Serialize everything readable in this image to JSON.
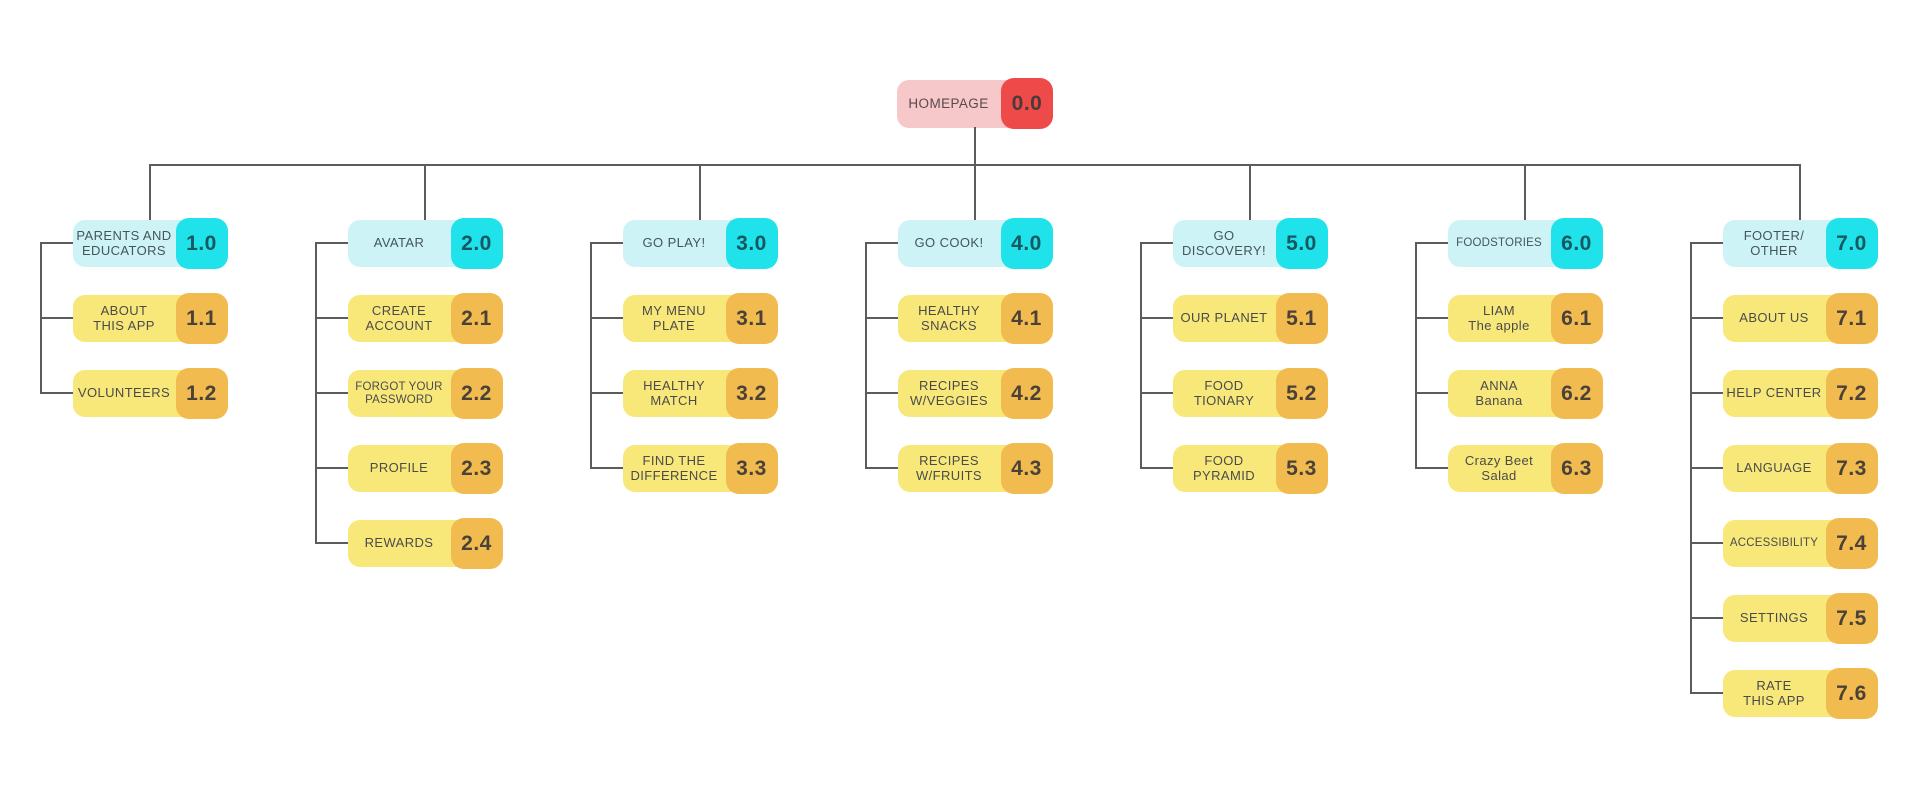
{
  "root": {
    "label": "HOMEPAGE",
    "code": "0.0"
  },
  "columns": [
    {
      "parent": {
        "label": "PARENTS AND\nEDUCATORS",
        "code": "1.0"
      },
      "children": [
        {
          "label": "ABOUT\nTHIS APP",
          "code": "1.1"
        },
        {
          "label": "VOLUNTEERS",
          "code": "1.2"
        }
      ]
    },
    {
      "parent": {
        "label": "AVATAR",
        "code": "2.0"
      },
      "children": [
        {
          "label": "CREATE\nACCOUNT",
          "code": "2.1"
        },
        {
          "label": "FORGOT YOUR\nPASSWORD",
          "code": "2.2",
          "small": true
        },
        {
          "label": "PROFILE",
          "code": "2.3"
        },
        {
          "label": "REWARDS",
          "code": "2.4"
        }
      ]
    },
    {
      "parent": {
        "label": "GO PLAY!",
        "code": "3.0"
      },
      "children": [
        {
          "label": "MY MENU\nPLATE",
          "code": "3.1"
        },
        {
          "label": "HEALTHY\nMATCH",
          "code": "3.2"
        },
        {
          "label": "FIND THE\nDIFFERENCE",
          "code": "3.3"
        }
      ]
    },
    {
      "parent": {
        "label": "GO COOK!",
        "code": "4.0"
      },
      "children": [
        {
          "label": "HEALTHY\nSNACKS",
          "code": "4.1"
        },
        {
          "label": "RECIPES\nW/VEGGIES",
          "code": "4.2"
        },
        {
          "label": "RECIPES\nW/FRUITS",
          "code": "4.3"
        }
      ]
    },
    {
      "parent": {
        "label": "GO\nDISCOVERY!",
        "code": "5.0"
      },
      "children": [
        {
          "label": "OUR PLANET",
          "code": "5.1"
        },
        {
          "label": "FOOD\nTIONARY",
          "code": "5.2"
        },
        {
          "label": "FOOD\nPYRAMID",
          "code": "5.3"
        }
      ]
    },
    {
      "parent": {
        "label": "FOODSTORIES",
        "code": "6.0",
        "small": true
      },
      "children": [
        {
          "label": "LIAM\nThe apple",
          "code": "6.1"
        },
        {
          "label": "ANNA\nBanana",
          "code": "6.2"
        },
        {
          "label": "Crazy Beet\nSalad",
          "code": "6.3"
        }
      ]
    },
    {
      "parent": {
        "label": "FOOTER/\nOTHER",
        "code": "7.0"
      },
      "children": [
        {
          "label": "ABOUT US",
          "code": "7.1"
        },
        {
          "label": "HELP CENTER",
          "code": "7.2"
        },
        {
          "label": "LANGUAGE",
          "code": "7.3"
        },
        {
          "label": "ACCESSIBILITY",
          "code": "7.4",
          "small": true
        },
        {
          "label": "SETTINGS",
          "code": "7.5"
        },
        {
          "label": "RATE\nTHIS APP",
          "code": "7.6"
        }
      ]
    }
  ],
  "colors": {
    "background": "#ffffff",
    "line": "#5c5c5c",
    "root_box": "#f7c8ca",
    "root_badge": "#ef4a4a",
    "root_badge_text": "#4a3a3a",
    "root_label": "#5a4a4c",
    "parent_box": "#cdf3f7",
    "parent_badge": "#1fe2ea",
    "parent_badge_text": "#175760",
    "parent_label": "#44565a",
    "child_box": "#f8e87a",
    "child_badge": "#f1bb50",
    "child_badge_text": "#4a4238",
    "child_label": "#4b4b4b"
  }
}
